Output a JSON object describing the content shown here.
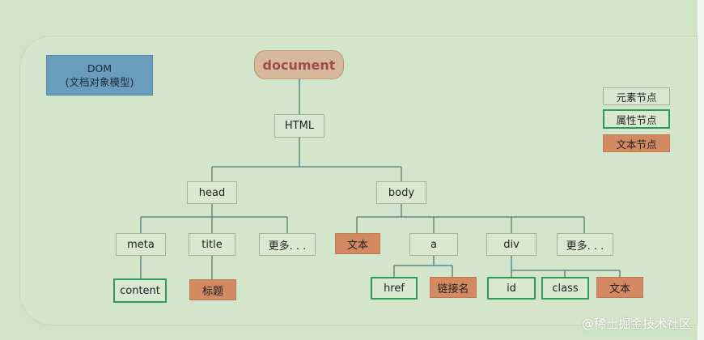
{
  "dom_label": {
    "line1": "DOM",
    "line2": "(文档对象模型)"
  },
  "nodes": {
    "document": "document",
    "html": "HTML",
    "head": "head",
    "body": "body",
    "meta": "meta",
    "title": "title",
    "more1": "更多. . .",
    "content": "content",
    "biaoti": "标题",
    "wenben1": "文本",
    "a": "a",
    "div": "div",
    "more2": "更多. . .",
    "href": "href",
    "linkname": "链接名",
    "id": "id",
    "class": "class",
    "wenben2": "文本"
  },
  "legend": {
    "element": "元素节点",
    "attribute": "属性节点",
    "text": "文本节点"
  },
  "watermark": "@稀土掘金技术社区",
  "colors": {
    "background": "#cfe3c7",
    "element_border": "#9fb39a",
    "attribute_border": "#2f9b56",
    "text_fill": "#d38a62",
    "document_fill": "#d8b89b",
    "document_text": "#a24b4b",
    "dom_fill": "#6a9cbb",
    "line": "#4e7a78"
  }
}
